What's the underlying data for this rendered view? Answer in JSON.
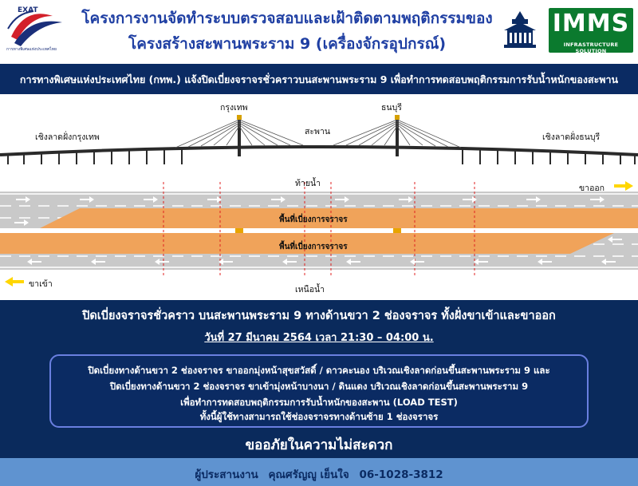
{
  "header": {
    "logo_left": {
      "name": "EXAT",
      "subtext": "การทางพิเศษแห่งประเทศไทย"
    },
    "title_line1": "โครงการงานจัดทำระบบตรวจสอบและเฝ้าติดตามพฤติกรรมของ",
    "title_line2": "โครงสร้างสะพานพระราม 9 (เครื่องจักรอุปกรณ์)",
    "logo_right": {
      "name": "IMMS",
      "subtext": "INFRASTRUCTURE SOLUTION"
    }
  },
  "banner": {
    "text": "การทางพิเศษแห่งประเทศไทย (กทพ.) แจ้งปิดเบี่ยงจราจรชั่วคราวบนสะพานพระราม 9 เพื่อทำการทดสอบพฤติกรรมการรับน้ำหนักของสะพาน"
  },
  "diagram": {
    "bridge_labels": {
      "left_approach": "เชิงลาดฝั่งกรุงเทพ",
      "left_tower": "กรุงเทพ",
      "center": "สะพาน",
      "right_tower": "ธนบุรี",
      "right_approach": "เชิงลาดฝั่งธนบุรี"
    },
    "upstream": "ท้ายน้ำ",
    "downstream": "เหนือน้ำ",
    "outbound": "ขาออก",
    "inbound": "ขาเข้า",
    "closed_zone_top": "พื้นที่เบี่ยงการจราจร",
    "closed_zone_bottom": "พื้นที่เบี่ยงการจราจร",
    "colors": {
      "closure": "#f0a35a",
      "road": "#c9c9c9",
      "arrow_outbound": "#ffd600",
      "lane_marker": "#ffffff"
    }
  },
  "info": {
    "headline": "ปิดเบี่ยงจราจรชั่วคราว บนสะพานพระราม 9 ทางด้านขวา 2 ช่องจราจร ทั้งฝั่งขาเข้าและขาออก",
    "date": "วันที่ 27 มีนาคม 2564 เวลา 21:30 – 04:00 น.",
    "notice_lines": [
      "ปิดเบี่ยงทางด้านขวา 2 ช่องจราจร ขาออกมุ่งหน้าสุขสวัสดิ์ / ดาวคะนอง บริเวณเชิงลาดก่อนขึ้นสะพานพระราม 9 และ",
      "ปิดเบี่ยงทางด้านขวา 2 ช่องจราจร ขาเข้ามุ่งหน้าบางนา / ดินแดง บริเวณเชิงลาดก่อนขึ้นสะพานพระราม 9",
      "เพื่อทำการทดสอบพฤติกรรมการรับน้ำหนักของสะพาน (LOAD TEST)",
      "ทั้งนี้ผู้ใช้ทางสามารถใช้ช่องจราจรทางด้านซ้าย 1 ช่องจราจร"
    ],
    "apology": "ขออภัยในความไม่สะดวก"
  },
  "footer": {
    "coordinator_label": "ผู้ประสานงาน",
    "contact_name": "คุณศรัญญู เย็นใจ",
    "phone": "06-1028-3812"
  }
}
